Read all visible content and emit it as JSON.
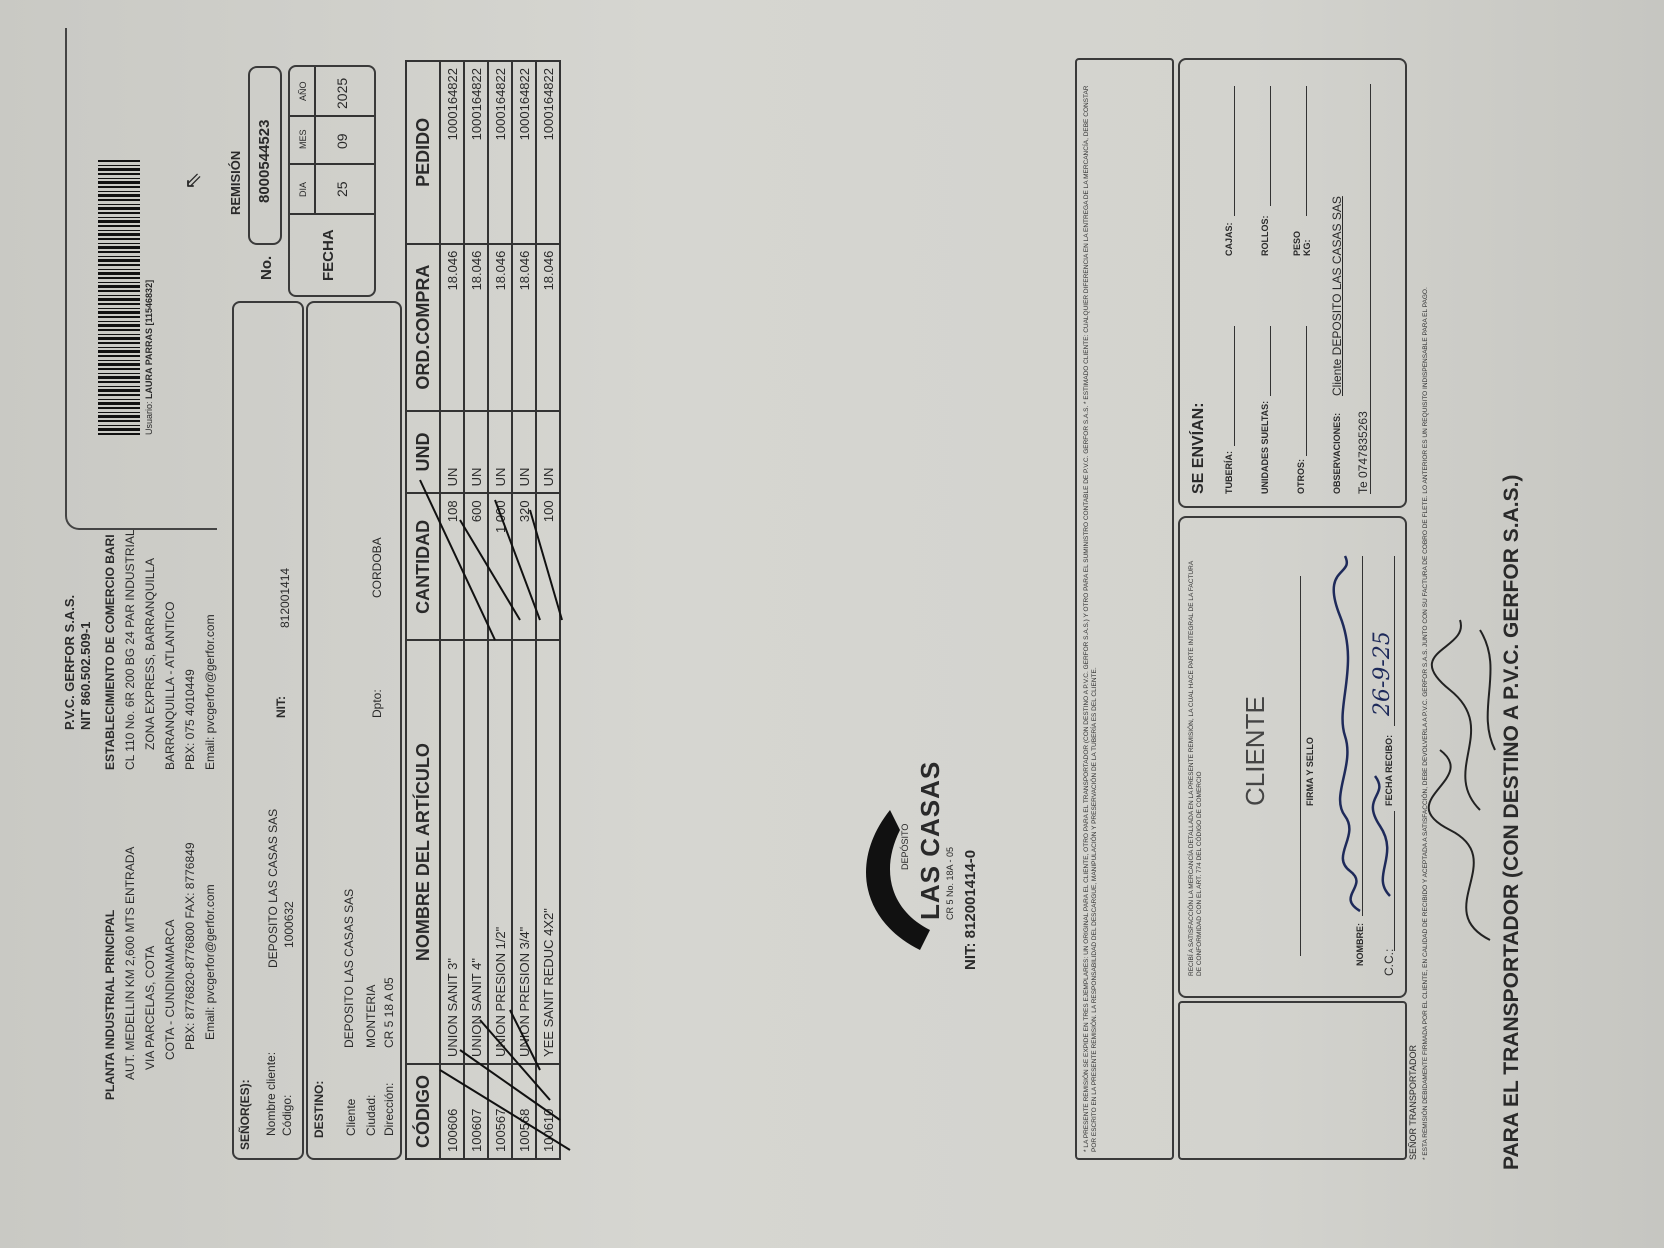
{
  "company": {
    "name": "P.V.C. GERFOR S.A.S.",
    "nit": "NIT 860.502.509-1"
  },
  "plant": {
    "lines": [
      "PLANTA INDUSTRIAL PRINCIPAL",
      "AUT. MEDELLIN KM 2,600 MTS ENTRADA",
      "VIA PARCELAS, COTA",
      "COTA - CUNDINAMARCA",
      "PBX: 8776820-8776800 FAX: 8776849",
      "Email: pvcgerfor@gerfor.com"
    ]
  },
  "establishment": {
    "lines": [
      "ESTABLECIMIENTO DE COMERCIO BARI",
      "CL 110 No. 6R 200 BG 24 PAR INDUSTRIAL",
      "ZONA EXPRESS, BARRANQUILLA",
      "BARRANQUILLA - ATLANTICO",
      "PBX: 075 4010449",
      "Email: pvcgerfor@gerfor.com"
    ]
  },
  "barcode": {
    "user_label": "Usuario:",
    "user": "LAURA PARRAS [11546832]"
  },
  "remision": {
    "title": "REMISIÓN",
    "no_label": "No.",
    "number": "8000544523"
  },
  "fecha": {
    "label": "FECHA",
    "day_label": "DIA",
    "month_label": "MES",
    "year_label": "AÑO",
    "day": "25",
    "month": "09",
    "year": "2025"
  },
  "customer": {
    "section_label": "SEÑOR(ES):",
    "name_label": "Nombre cliente:",
    "name": "DEPOSITO LAS CASAS SAS",
    "code_label": "Código:",
    "code": "1000632",
    "nit_label": "NIT:",
    "nit": "812001414"
  },
  "destination": {
    "section_label": "DESTINO:",
    "client_label": "Cliente",
    "client": "DEPOSITO LAS CASAS SAS",
    "city_label": "Ciudad:",
    "city": "MONTERIA",
    "address_label": "Dirección:",
    "address": "CR 5 18 A 05",
    "dept_label": "Dpto:",
    "dept": "CORDOBA"
  },
  "table": {
    "headers": [
      "CÓDIGO",
      "NOMBRE DEL ARTÍCULO",
      "CANTIDAD",
      "UND",
      "ORD.COMPRA",
      "PEDIDO"
    ],
    "rows": [
      [
        "100606",
        "UNION SANIT 3\"",
        "108",
        "UN",
        "18.046",
        "1000164822"
      ],
      [
        "100607",
        "UNION SANIT 4\"",
        "600",
        "UN",
        "18.046",
        "1000164822"
      ],
      [
        "100567",
        "UNION PRESION 1/2\"",
        "1.000",
        "UN",
        "18.046",
        "1000164822"
      ],
      [
        "100568",
        "UNION PRESION 3/4\"",
        "320",
        "UN",
        "18.046",
        "1000164822"
      ],
      [
        "100610",
        "YEE SANIT REDUC 4X2\"",
        "100",
        "UN",
        "18.046",
        "1000164822"
      ]
    ]
  },
  "stamp": {
    "lines": [
      "DEPÓSITO",
      "LAS CASAS",
      "CR 5 No. 18A - 05",
      "NIT: 812001414-0"
    ]
  },
  "terms": {
    "text": "* LA PRESENTE REMISIÓN SE EXPIDE EN TRES EJEMPLARES: UN ORIGINAL PARA EL CLIENTE, OTRO PARA EL TRANSPORTADOR (CON DESTINO A P.V.C. GERFOR S.A.S.) Y OTRO PARA EL SUMINISTRO CONTABLE DE P.V.C. GERFOR S.A.S. * ESTIMADO CLIENTE: CUALQUIER DIFERENCIA EN LA ENTREGA DE LA MERCANCÍA, DEBE CONSTAR POR ESCRITO EN LA PRESENTE REMISIÓN. LA RESPONSABILIDAD DEL DESCARGUE, MANIPULACIÓN Y PRESERVACIÓN DE LA TUBERÍA ES DEL CLIENTE."
  },
  "cliente_box": {
    "notice": "RECIBÍ A SATISFACCIÓN LA MERCANCÍA DETALLADA EN LA PRESENTE REMISIÓN, LA CUAL HACE PARTE INTEGRAL DE LA FACTURA DE CONFORMIDAD CON EL ART. 774 DEL CÓDIGO DE COMERCIO",
    "title": "CLIENTE",
    "sign_label": "FIRMA Y SELLO",
    "name_label": "NOMBRE:",
    "cc_label": "C.C.:",
    "date_label": "FECHA RECIBO:",
    "hand_date": "26-9-25"
  },
  "se_envian": {
    "title": "SE ENVÍAN:",
    "tuberia": "TUBERÍA:",
    "cajas": "CAJAS:",
    "unidades": "UNIDADES SUELTAS:",
    "rollos": "ROLLOS:",
    "otros": "OTROS:",
    "peso": "PESO KG:",
    "obs_label": "OBSERVACIONES:",
    "obs": "Cliente DEPOSITO LAS CASAS SAS",
    "tel": "Te 0747835263"
  },
  "transport_label": "SEÑOR TRANSPORTADOR",
  "footer_fine": "* ESTA REMISIÓN DEBIDAMENTE FIRMADA POR EL CLIENTE, EN CALIDAD DE RECIBIDO Y ACEPTADA A SATISFACCIÓN, DEBE DEVOLVERLA A P.V.C. GERFOR S.A.S. JUNTO CON SU FACTURA DE COBRO DE FLETE. LO ANTERIOR ES UN REQUISITO INDISPENSABLE PARA EL PAGO.",
  "footer_title": "PARA EL TRANSPORTADOR (CON DESTINO A P.V.C. GERFOR S.A.S.)"
}
